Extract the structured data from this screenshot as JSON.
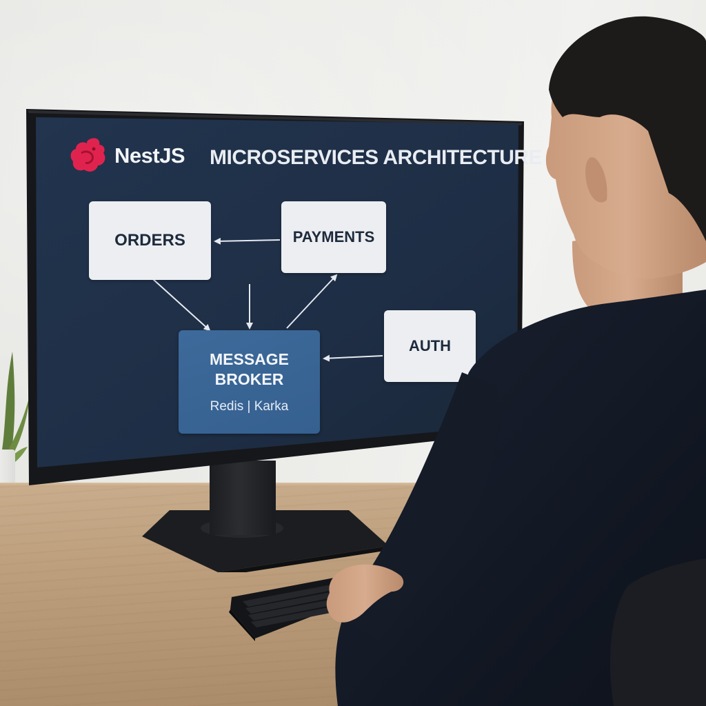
{
  "screen": {
    "brand": "NestJS",
    "title": "MICROSERVICES ARCHITECTURE",
    "services": {
      "orders": "ORDERS",
      "payments": "PAYMENTS",
      "auth": "AUTH"
    },
    "broker": {
      "title": "MESSAGE\nBROKER",
      "subtitle": "Redis | Karka"
    }
  },
  "colors": {
    "screen_bg": "#1f3049",
    "brand_accent": "#e0234e",
    "broker": "#3a6696",
    "card": "#eceef1",
    "sweater": "#111722",
    "desk": "#c2a37f"
  },
  "icons": {
    "brand": "nestjs-logo-icon"
  }
}
